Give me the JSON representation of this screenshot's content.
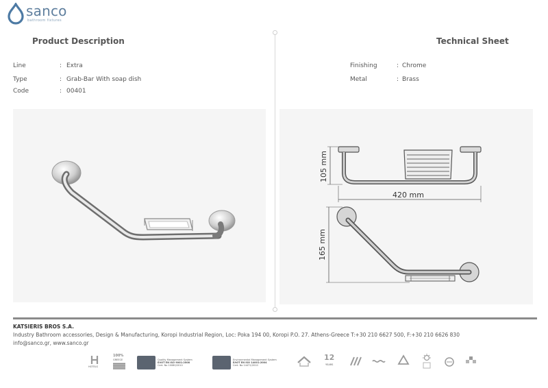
{
  "brand": {
    "name": "sanco",
    "tagline": "bathroom fixtures",
    "color": "#4d7aa4"
  },
  "left": {
    "heading": "Product Description",
    "specs": [
      {
        "label": "Line",
        "sep": ":",
        "value": "Extra"
      },
      {
        "label": "Type",
        "sep": ":",
        "value": "Grab-Bar With soap dish"
      },
      {
        "label": "Code",
        "sep": ":",
        "value": "00401"
      }
    ]
  },
  "right": {
    "heading": "Technical Sheet",
    "specs": [
      {
        "label": "Finishing",
        "sep": ":",
        "value": "Chrome"
      },
      {
        "label": "Metal",
        "sep": ":",
        "value": "Brass"
      }
    ]
  },
  "drawing": {
    "height_label": "105 mm",
    "width_label": "420 mm",
    "depth_label": "165 mm"
  },
  "footer": {
    "company": "KATSIERIS BROS S.A.",
    "address": "Industry Bathroom accessories, Design & Manufacturing, Koropi Industrial Region, Loc: Poka 194 00, Koropi P.O. 27. Athens-Greece   T:+30 210 6627 500, F:+30 210 6626 830",
    "contact": "info@sanco.gr, www.sanco.gr",
    "certs": [
      {
        "name": "HOTELS",
        "line1": "HOTELS"
      },
      {
        "name": "100% GREECE",
        "line1": "100%",
        "line2": "GREECE"
      },
      {
        "name": "iso-9001",
        "line1": "Quality Management System",
        "line2": "ΕΛΟΤ EN ISO 9001:2008",
        "line3": "Cert. No 10080/2010"
      },
      {
        "name": "iso-14001",
        "line1": "Environmental Management System",
        "line2": "ΕΛΟΤ EN ISO 14001:2004",
        "line3": "Cert. No 14471/2010"
      },
      {
        "name": "12 YEARS",
        "line1": "12",
        "line2": "YEARS"
      }
    ]
  }
}
